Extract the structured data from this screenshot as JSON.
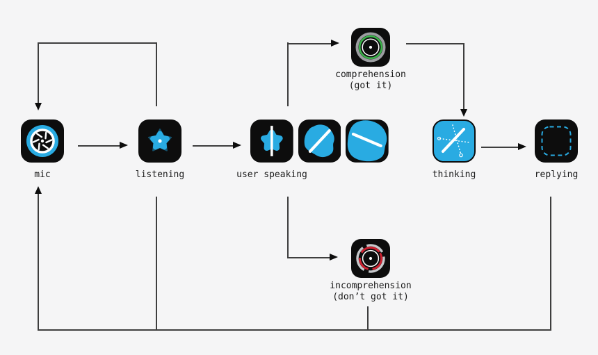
{
  "diagram_title": "",
  "colors": {
    "background": "#f5f5f6",
    "icon_black": "#0d0d0d",
    "accent_blue": "#29abe2",
    "ripple_blue": "#15536f",
    "success_green": "#3bb54a",
    "error_red": "#cf2130",
    "ring_gray": "#9c9ea1",
    "ring_silver": "#c7c9cc",
    "edge_color": "#3e3e3e",
    "label_color": "#1a1a1a"
  },
  "nodes": {
    "mic": {
      "label": "mic",
      "icon": "shutter-mic-icon"
    },
    "listening": {
      "label": "listening",
      "icon": "blob-star-ripple-icon"
    },
    "user_speaking": {
      "label": "user speaking",
      "icons": [
        "small-blob-vertical-line-icon",
        "medium-blob-diagonal-line-icon",
        "large-blob-diagonal-line-icon"
      ]
    },
    "comprehension": {
      "label": "comprehension",
      "sublabel": "(got it)",
      "icon": "green-ring-target-icon"
    },
    "incomprehension": {
      "label": "incomprehension",
      "sublabel": "(don’t got it)",
      "icon": "red-broken-ring-target-icon"
    },
    "thinking": {
      "label": "thinking",
      "icon": "dotted-cross-slash-icon"
    },
    "replying": {
      "label": "replying",
      "icon": "dashed-square-icon"
    }
  },
  "edges": [
    {
      "from": "mic",
      "to": "listening",
      "arrow": true
    },
    {
      "from": "listening",
      "to": "user speaking",
      "arrow": true
    },
    {
      "from": "user speaking",
      "to": "comprehension (got it)",
      "arrow": true
    },
    {
      "from": "comprehension (got it)",
      "to": "thinking",
      "arrow": true
    },
    {
      "from": "thinking",
      "to": "replying",
      "arrow": true
    },
    {
      "from": "user speaking",
      "to": "incomprehension (don’t got it)",
      "arrow": true
    },
    {
      "from": "listening",
      "to": "mic",
      "via": "top loop",
      "arrow": true
    },
    {
      "from": "listening",
      "to": "mic",
      "via": "bottom return line",
      "arrow": true
    },
    {
      "from": "incomprehension (don’t got it)",
      "to": "mic",
      "via": "bottom return line",
      "arrow": true
    },
    {
      "from": "replying",
      "to": "mic",
      "via": "bottom return line",
      "arrow": true
    }
  ]
}
